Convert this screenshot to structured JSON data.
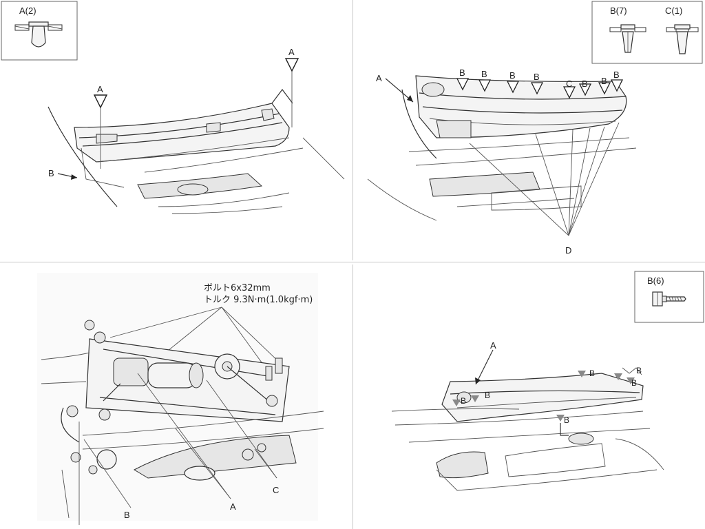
{
  "panels": {
    "top_left": {
      "inset_label": "A(2)",
      "callouts": {
        "a_left": "A",
        "a_right": "A",
        "b": "B"
      }
    },
    "top_right": {
      "inset_b_label": "B(7)",
      "inset_c_label": "C(1)",
      "callouts": {
        "a": "A",
        "b_labels": [
          "B",
          "B",
          "B",
          "B",
          "B",
          "B",
          "B"
        ],
        "c": "C",
        "d": "D"
      }
    },
    "bottom_left": {
      "note_line1": "ボルト6x32mm",
      "note_line2": "トルク 9.3N·m(1.0kgf·m)",
      "callouts": {
        "b": "B",
        "a": "A",
        "c": "C"
      }
    },
    "bottom_right": {
      "inset_label": "B(6)",
      "callouts": {
        "a": "A",
        "b_labels": [
          "B",
          "B",
          "B",
          "B",
          "B",
          "B"
        ]
      }
    }
  },
  "colors": {
    "line": "#333333",
    "background": "#ffffff",
    "divider": "#c8c8c8"
  }
}
